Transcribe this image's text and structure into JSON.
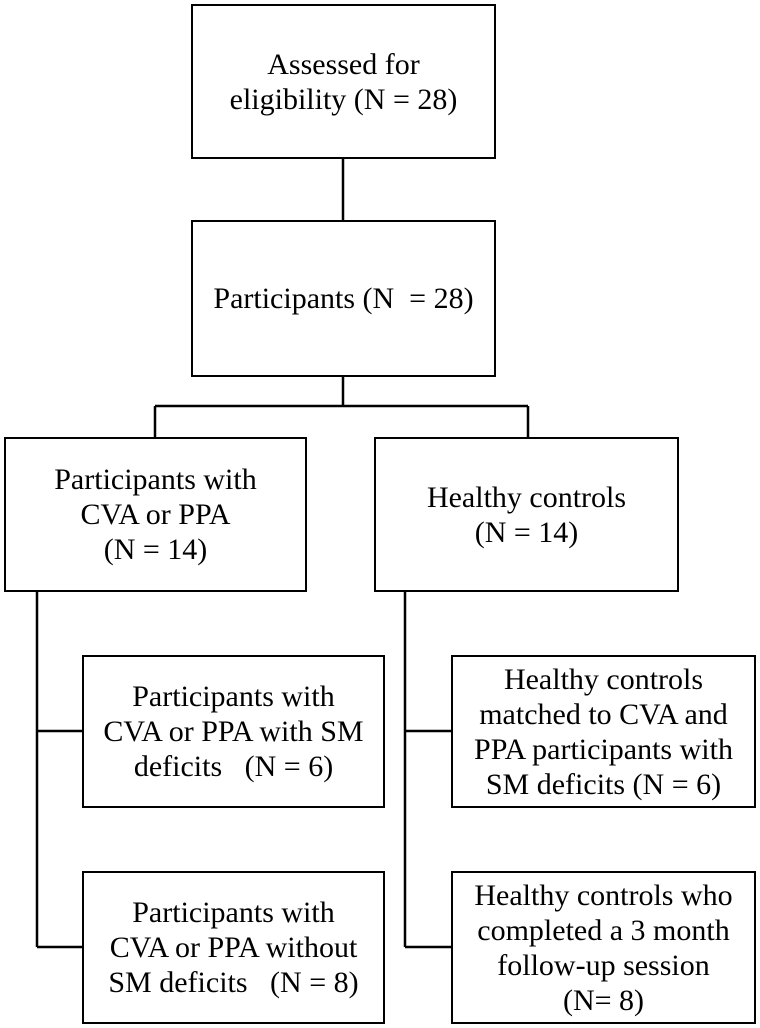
{
  "boxes": {
    "assessed": [
      "Assessed for",
      "eligibility (N = 28)"
    ],
    "participants": [
      "Participants (N  = 28)"
    ],
    "patients": [
      "Participants with",
      "CVA or PPA",
      "(N = 14)"
    ],
    "controls": [
      "Healthy controls",
      "(N = 14)"
    ],
    "patients_sm": [
      "Participants with",
      "CVA or PPA with SM",
      "deficits   (N = 6)"
    ],
    "controls_matched": [
      "Healthy controls",
      "matched to CVA and",
      "PPA participants with",
      "SM deficits (N = 6)"
    ],
    "patients_no_sm": [
      "Participants with",
      "CVA or PPA without",
      "SM deficits   (N = 8)"
    ],
    "controls_followup": [
      "Healthy controls who",
      "completed a 3 month",
      "follow-up session",
      "(N= 8)"
    ]
  }
}
